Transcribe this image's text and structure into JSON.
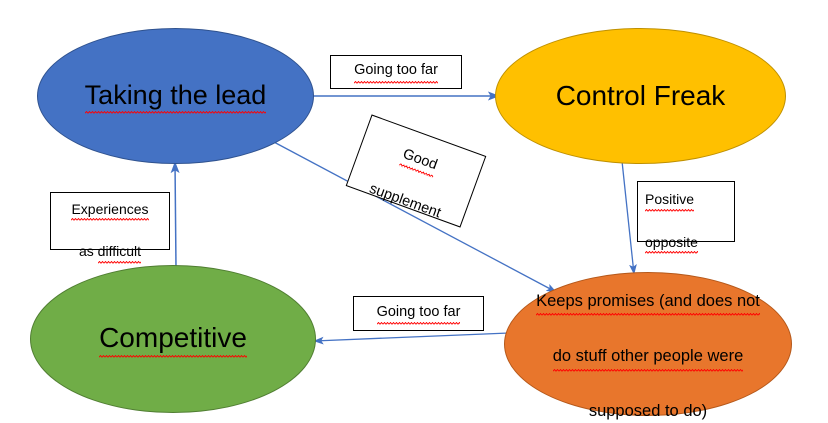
{
  "diagram": {
    "title": "Taking the lead / Control Freak behaviour map",
    "background": "#ffffff",
    "arrow_color": "#4472C4",
    "spellcheck_underline_color": "#ff0000",
    "nodes": [
      {
        "id": "taking-the-lead",
        "label": "Taking the lead",
        "shape": "ellipse",
        "fill": "#4472C4",
        "stroke": "#2F528F",
        "text_color": "#000000",
        "spellchecked": true
      },
      {
        "id": "control-freak",
        "label": "Control Freak",
        "shape": "ellipse",
        "fill": "#FFC000",
        "stroke": "#BF9000",
        "text_color": "#000000",
        "spellchecked": false
      },
      {
        "id": "competitive",
        "label": "Competitive",
        "shape": "ellipse",
        "fill": "#70AD47",
        "stroke": "#507E32",
        "text_color": "#000000",
        "spellchecked": true
      },
      {
        "id": "keeps-promises",
        "label": "Keeps promises (and does not\ndo stuff other people were\nsupposed to do)",
        "line1": "Keeps promises (and does not",
        "line2": "do stuff other people were",
        "line3": "supposed to do)",
        "shape": "ellipse",
        "fill": "#E8762C",
        "stroke": "#B5581A",
        "text_color": "#000000",
        "spellchecked": true
      }
    ],
    "edges": [
      {
        "id": "taking-the-lead-to-control-freak",
        "from": "taking-the-lead",
        "to": "control-freak",
        "label": "Going too far",
        "direction": "right"
      },
      {
        "id": "taking-the-lead-to-keeps-promises",
        "from": "taking-the-lead",
        "to": "keeps-promises",
        "label": "Good\nsupplement",
        "label_line1": "Good",
        "label_line2": "supplement",
        "direction": "down-right",
        "label_rotation_deg": 20
      },
      {
        "id": "control-freak-to-keeps-promises",
        "from": "control-freak",
        "to": "keeps-promises",
        "label": "Positive\nopposite",
        "label_line1": "Positive",
        "label_line2": "opposite",
        "direction": "down"
      },
      {
        "id": "keeps-promises-to-competitive",
        "from": "keeps-promises",
        "to": "competitive",
        "label": "Going too far",
        "direction": "left"
      },
      {
        "id": "competitive-to-taking-the-lead",
        "from": "competitive",
        "to": "taking-the-lead",
        "label": "Experiences\nas difficult",
        "label_line1": "Experiences",
        "label_line2": "as difficult",
        "direction": "up"
      }
    ]
  }
}
